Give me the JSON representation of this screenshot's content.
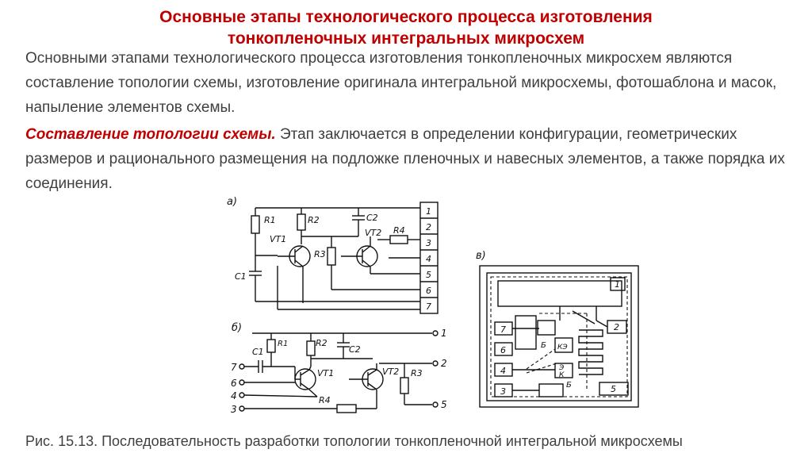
{
  "slide": {
    "title_line1": "Основные этапы технологического процесса изготовления",
    "title_line2": "тонкопленочных интегральных микросхем",
    "paragraph1": "Основными этапами технологического процесса изготовления тонкопленочных микросхем являются составление топологии схемы, изготовление оригинала интегральной микросхемы, фотошаблона и масок, напыление элементов схемы.",
    "paragraph2_lead": "Составление топологии схемы.",
    "paragraph2_text": " Этап заключается в определении конфигурации, геометрических размеров и рационального размещения на подложке пленочных и навесных элементов, а также порядка их соединения.",
    "caption": "Рис. 15.13. Последовательность разработки топологии тонкопленочной интегральной микросхемы"
  },
  "figure": {
    "panel_a": {
      "label": "а)",
      "components": [
        "R1",
        "R2",
        "C2",
        "VT1",
        "VT2",
        "R3",
        "R4",
        "C1"
      ],
      "pins": [
        "1",
        "2",
        "3",
        "4",
        "5",
        "6",
        "7"
      ]
    },
    "panel_b": {
      "label": "б)",
      "components": [
        "C1",
        "R1",
        "R2",
        "C2",
        "VT1",
        "VT2",
        "R3",
        "R4"
      ],
      "left_terminals": [
        "7",
        "6",
        "4",
        "3"
      ],
      "right_terminals": [
        "1",
        "2",
        "5"
      ]
    },
    "panel_v": {
      "label": "в)",
      "pads": [
        "1",
        "2",
        "3",
        "4",
        "5",
        "6",
        "7"
      ],
      "marks": [
        "Б",
        "КЭ",
        "Э",
        "К",
        "Б"
      ]
    }
  }
}
